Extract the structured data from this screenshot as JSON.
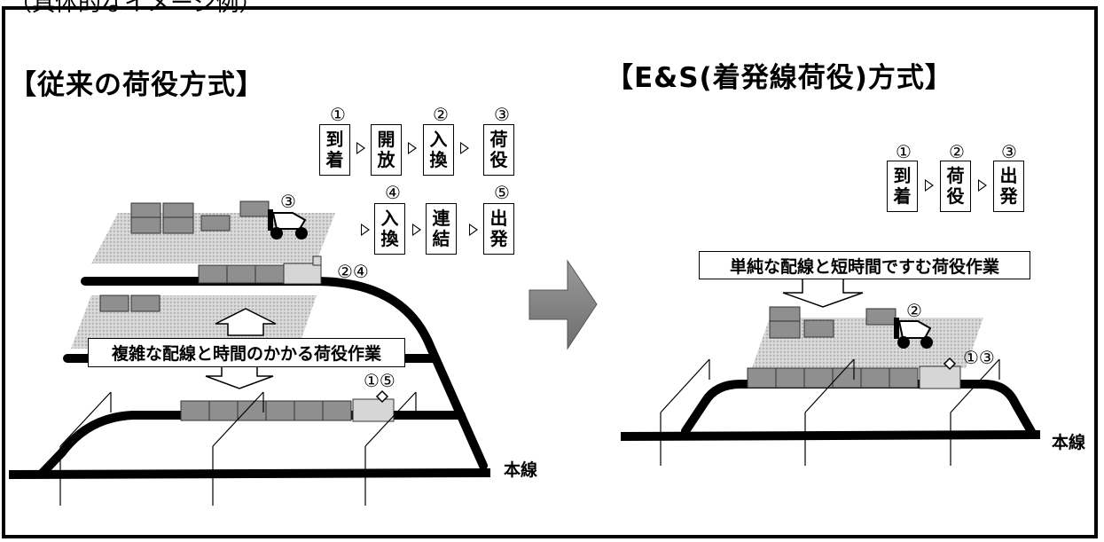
{
  "top_caption": "（具体的なイメージ例）",
  "left_panel": {
    "heading": "【従来の荷役方式】",
    "flow_row1": [
      {
        "num": "①",
        "line1": "到",
        "line2": "着"
      },
      {
        "num": "",
        "line1": "開",
        "line2": "放"
      },
      {
        "num": "②",
        "line1": "入",
        "line2": "換"
      },
      {
        "num": "③",
        "line1": "荷",
        "line2": "役"
      }
    ],
    "flow_row2": [
      {
        "num": "④",
        "line1": "入",
        "line2": "換"
      },
      {
        "num": "",
        "line1": "連",
        "line2": "結"
      },
      {
        "num": "⑤",
        "line1": "出",
        "line2": "発"
      }
    ],
    "callout": "複雑な配線と時間のかかる荷役作業",
    "marker_forklift": "③",
    "marker_siding": "②④",
    "marker_train": "①⑤",
    "mainline_label": "本線"
  },
  "right_panel": {
    "heading": "【E&S(着発線荷役)方式】",
    "flow": [
      {
        "num": "①",
        "line1": "到",
        "line2": "着"
      },
      {
        "num": "②",
        "line1": "荷",
        "line2": "役"
      },
      {
        "num": "③",
        "line1": "出",
        "line2": "発"
      }
    ],
    "callout": "単純な配線と短時間ですむ荷役作業",
    "marker_forklift": "②",
    "marker_train": "①③",
    "mainline_label": "本線"
  },
  "colors": {
    "track": "#000000",
    "platform": "#bdbdbd",
    "container": "#8f8f8f",
    "locomotive": "#d6d6d6",
    "arrow": "#8a8a8a"
  }
}
